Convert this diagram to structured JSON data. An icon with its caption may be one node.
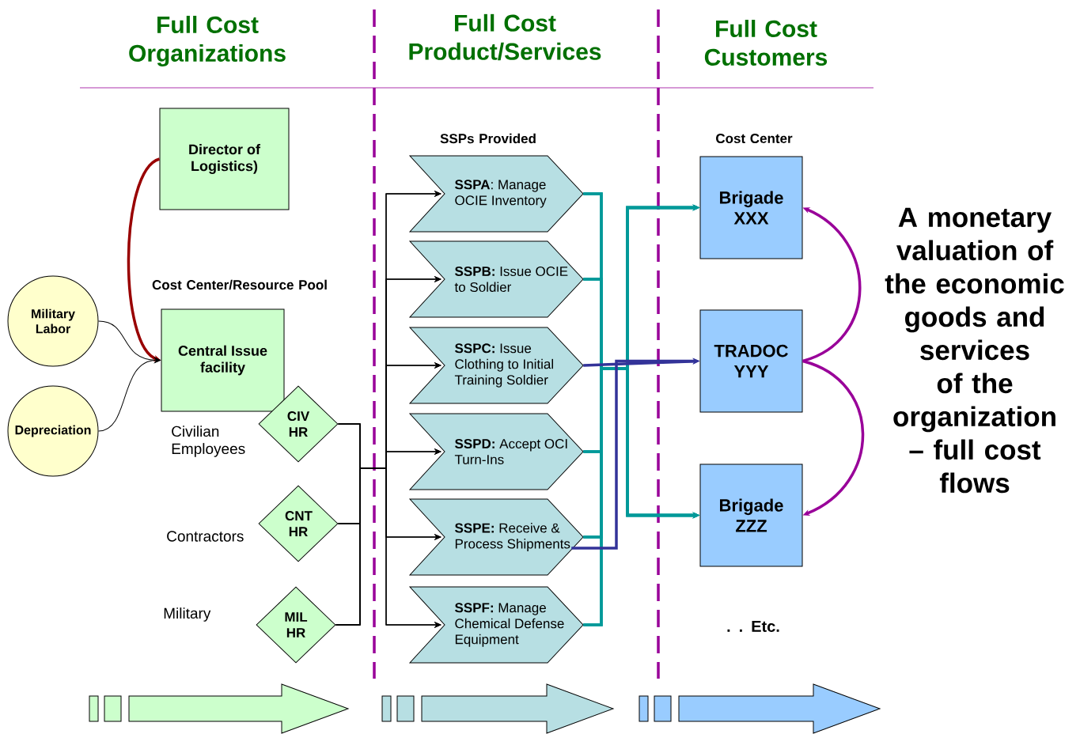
{
  "diagram": {
    "nodes": [
      {
        "text": [
          "Director of Logistics)"
        ]
      },
      {
        "text": [
          "Military Labor"
        ]
      },
      {
        "text": [
          "Depreciation"
        ]
      },
      {
        "text": [
          "Central Issue facility"
        ]
      },
      {
        "text": [
          "CIV HR"
        ],
        "beside": [
          "Civilian Employees"
        ]
      },
      {
        "text": [
          "CNT HR"
        ],
        "beside": [
          "Contractors"
        ]
      },
      {
        "text": [
          "MIL HR"
        ],
        "beside": [
          "Military"
        ]
      },
      {
        "text": [
          "**SSPA**: Manage OCIE Inventory"
        ]
      },
      {
        "text": [
          "**SSPB:** Issue OCIE to Soldier"
        ]
      },
      {
        "text": [
          "**SSPC:** Issue Clothing to Initial Training Soldier"
        ]
      },
      {
        "text": [
          "**SSPD:** Accept OCI Turn-Ins"
        ]
      },
      {
        "text": [
          "**SSPE:** Receive & Process Shipments"
        ]
      },
      {
        "text": [
          "**SSPF:** Manage Chemical Defense Equipment"
        ]
      },
      {
        "text": [
          "Brigade XXX"
        ]
      },
      {
        "text": [
          "TRADOC YYY"
        ]
      },
      {
        "text": [
          "Brigade ZZZ"
        ]
      }
    ],
    "edges": [
      {
        "from": 0,
        "to": 3,
        "arrow": "to",
        "style": "thick",
        "color": "#990000"
      },
      {
        "from": 1,
        "to": 3,
        "arrow": "to"
      },
      {
        "from": 2,
        "to": 3,
        "arrow": "to"
      },
      {
        "from": 4,
        "to": 7,
        "arrow": "to"
      },
      {
        "from": 4,
        "to": 8,
        "arrow": "to"
      },
      {
        "from": 4,
        "to": 9,
        "arrow": "to"
      },
      {
        "from": 4,
        "to": 10,
        "arrow": "to"
      },
      {
        "from": 4,
        "to": 11,
        "arrow": "to"
      },
      {
        "from": 4,
        "to": 12,
        "arrow": "to"
      },
      {
        "from": 5,
        "to": 7,
        "arrow": "to"
      },
      {
        "from": 5,
        "to": 8,
        "arrow": "to"
      },
      {
        "from": 5,
        "to": 9,
        "arrow": "to"
      },
      {
        "from": 5,
        "to": 10,
        "arrow": "to"
      },
      {
        "from": 5,
        "to": 11,
        "arrow": "to"
      },
      {
        "from": 5,
        "to": 12,
        "arrow": "to"
      },
      {
        "from": 6,
        "to": 7,
        "arrow": "to"
      },
      {
        "from": 6,
        "to": 8,
        "arrow": "to"
      },
      {
        "from": 6,
        "to": 9,
        "arrow": "to"
      },
      {
        "from": 6,
        "to": 10,
        "arrow": "to"
      },
      {
        "from": 6,
        "to": 11,
        "arrow": "to"
      },
      {
        "from": 6,
        "to": 12,
        "arrow": "to"
      },
      {
        "from": 7,
        "to": 13,
        "arrow": "to",
        "style": "thick",
        "color": "#009999"
      },
      {
        "from": 7,
        "to": 15,
        "arrow": "to",
        "style": "thick",
        "color": "#009999"
      },
      {
        "from": 8,
        "to": 13,
        "arrow": "to",
        "style": "thick",
        "color": "#009999"
      },
      {
        "from": 8,
        "to": 15,
        "arrow": "to",
        "style": "thick",
        "color": "#009999"
      },
      {
        "from": 10,
        "to": 13,
        "arrow": "to",
        "style": "thick",
        "color": "#009999"
      },
      {
        "from": 10,
        "to": 15,
        "arrow": "to",
        "style": "thick",
        "color": "#009999"
      },
      {
        "from": 11,
        "to": 13,
        "arrow": "to",
        "style": "thick",
        "color": "#009999"
      },
      {
        "from": 11,
        "to": 15,
        "arrow": "to",
        "style": "thick",
        "color": "#009999"
      },
      {
        "from": 12,
        "to": 13,
        "arrow": "to",
        "style": "thick",
        "color": "#009999"
      },
      {
        "from": 12,
        "to": 15,
        "arrow": "to",
        "style": "thick",
        "color": "#009999"
      },
      {
        "from": 9,
        "to": 14,
        "arrow": "to",
        "style": "thick",
        "color": "#333399"
      },
      {
        "from": 11,
        "to": 14,
        "arrow": "to",
        "style": "thick",
        "color": "#333399"
      },
      {
        "from": 14,
        "to": 13,
        "arrow": "to",
        "style": "thick",
        "color": "#990099"
      },
      {
        "from": 14,
        "to": 15,
        "arrow": "to",
        "style": "thick",
        "color": "#990099"
      }
    ],
    "labels": [
      "Full Cost Organizations",
      "Full Cost Product/Services",
      "Full Cost Customers",
      "SSPs Provided",
      "Cost Center",
      "Cost Center/Resource Pool",
      "A monetary valuation of the economic goods and services of the organization – full cost flows",
      ". . Etc."
    ]
  }
}
